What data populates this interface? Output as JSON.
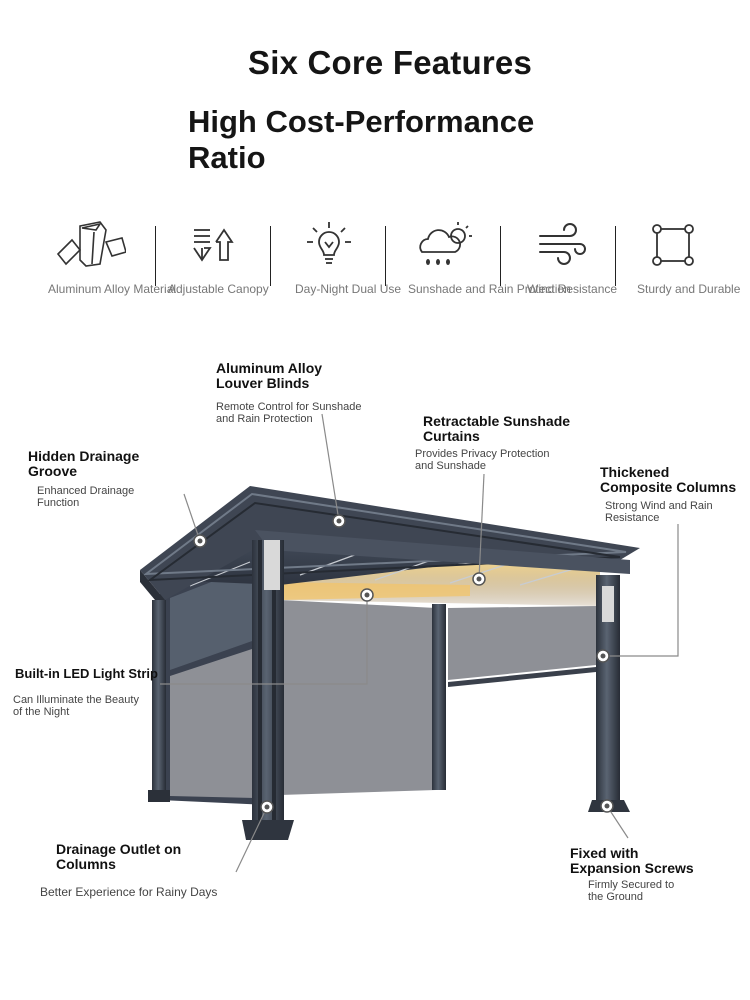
{
  "header": {
    "title": "Six Core Features",
    "subtitle_line1": "High Cost-Performance",
    "subtitle_line2": "Ratio"
  },
  "features": [
    {
      "label": "Aluminum Alloy Material",
      "icon": "aluminum-blocks-icon"
    },
    {
      "label": "Adjustable Canopy",
      "icon": "adjust-arrows-icon"
    },
    {
      "label": "Day-Night Dual Use",
      "icon": "light-bulb-icon"
    },
    {
      "label": "Sunshade and Rain Protection",
      "icon": "sun-cloud-rain-icon"
    },
    {
      "label": "Wind Resistance",
      "icon": "wind-icon"
    },
    {
      "label": "Sturdy and Durable",
      "icon": "frame-square-icon"
    }
  ],
  "callouts": {
    "louver": {
      "title_line1": "Aluminum Alloy",
      "title_line2": "Louver Blinds",
      "sub_line1": "Remote Control for Sunshade",
      "sub_line2": "and Rain Protection"
    },
    "curtains": {
      "title_line1": "Retractable Sunshade",
      "title_line2": "Curtains",
      "sub_line1": "Provides Privacy Protection",
      "sub_line2": "and Sunshade"
    },
    "drainage_groove": {
      "title_line1": "Hidden Drainage",
      "title_line2": "Groove",
      "sub_line1": "Enhanced Drainage",
      "sub_line2": "Function"
    },
    "columns": {
      "title_line1": "Thickened",
      "title_line2": "Composite Columns",
      "sub_line1": "Strong Wind and Rain",
      "sub_line2": "Resistance"
    },
    "led": {
      "title_line1": "Built-in LED Light Strip",
      "sub_line1": "Can Illuminate the Beauty",
      "sub_line2": "of the Night"
    },
    "outlet": {
      "title_line1": "Drainage Outlet on",
      "title_line2": "Columns",
      "sub_line1": "Better Experience for Rainy Days"
    },
    "screws": {
      "title_line1": "Fixed with",
      "title_line2": "Expansion Screws",
      "sub_line1": "Firmly Secured to",
      "sub_line2": "the Ground"
    }
  },
  "colors": {
    "frame": "#3d4450",
    "curtain": "#8e9096",
    "led": "#f2c46a",
    "label_gray": "#777777"
  }
}
